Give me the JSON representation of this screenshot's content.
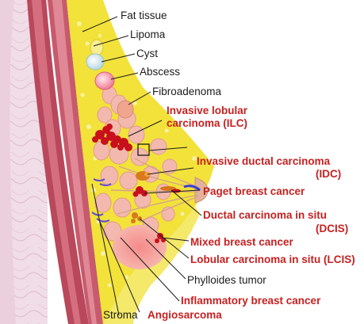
{
  "labels": {
    "fat_tissue": "Fat tissue",
    "lipoma": "Lipoma",
    "cyst": "Cyst",
    "abscess": "Abscess",
    "fibroadenoma": "Fibroadenoma",
    "ilc_line1": "Invasive lobular",
    "ilc_line2": "carcinoma (ILC)",
    "idc_line1": "Invasive ductal carcinoma",
    "idc_line2": "(IDC)",
    "paget": "Paget breast cancer",
    "dcis_line1": "Ductal carcinoma in situ",
    "dcis_line2": "(DCIS)",
    "mixed": "Mixed breast cancer",
    "lcis": "Lobular carcinoma in situ (LCIS)",
    "phyllodes": "Phylloides tumor",
    "inflammatory": "Inflammatory breast cancer",
    "stroma": "Stroma",
    "angiosarcoma": "Angiosarcoma"
  },
  "colors": {
    "benign_label": "#1c1c1c",
    "malignant_label": "#c62121",
    "skin_background": "#f1dde7",
    "muscle": "#c5596a",
    "fat_yellow": "#f2e23a",
    "lobules": "#f3b9ae",
    "tumor_red": "#c8101c",
    "duct_purple": "#6a4fd0"
  }
}
